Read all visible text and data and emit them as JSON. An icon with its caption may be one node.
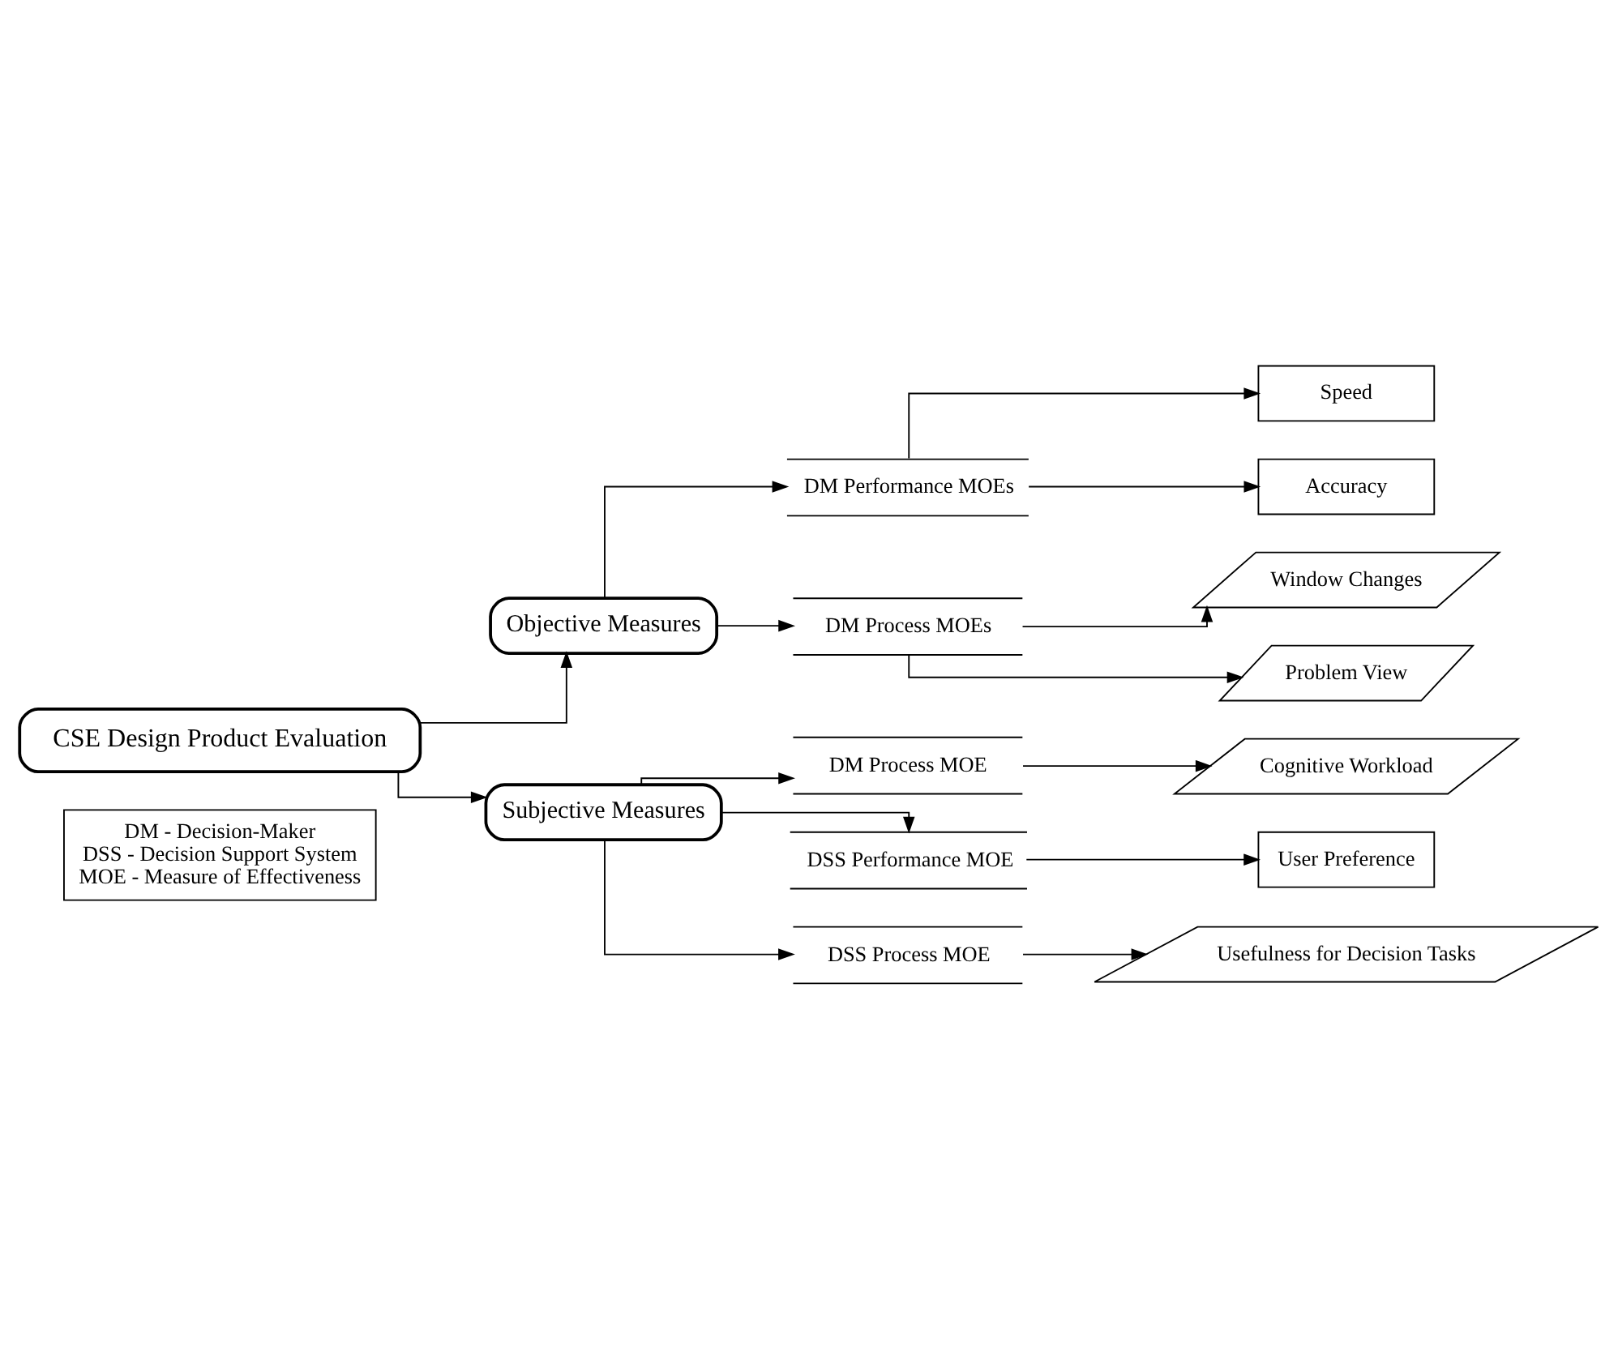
{
  "diagram": {
    "nodes": [
      {
        "text": [
          "DM - Decision-Maker",
          "DSS - Decision Support System",
          "MOE - Measure of Effectiveness"
        ]
      },
      {
        "text": [
          "CSE Design Product Evaluation"
        ]
      },
      {
        "text": [
          "Objective Measures"
        ]
      },
      {
        "text": [
          "Subjective Measures"
        ]
      },
      {
        "text": [
          "DM Performance MOEs"
        ]
      },
      {
        "text": [
          "DM Process MOEs"
        ]
      },
      {
        "text": [
          "DM Process MOE"
        ]
      },
      {
        "text": [
          "DSS Performance MOE"
        ]
      },
      {
        "text": [
          "DSS Process MOE"
        ]
      },
      {
        "text": [
          "Speed"
        ]
      },
      {
        "text": [
          "Accuracy"
        ]
      },
      {
        "text": [
          "Window Changes"
        ]
      },
      {
        "text": [
          "Problem View"
        ]
      },
      {
        "text": [
          "Cognitive Workload"
        ]
      },
      {
        "text": [
          "User Preference"
        ]
      },
      {
        "text": [
          "Usefulness for Decision Tasks"
        ]
      }
    ],
    "edges": [
      {
        "from": 1,
        "to": 2,
        "arrow": "to"
      },
      {
        "from": 1,
        "to": 3,
        "arrow": "to"
      },
      {
        "from": 2,
        "to": 4,
        "arrow": "to"
      },
      {
        "from": 2,
        "to": 5,
        "arrow": "to"
      },
      {
        "from": 3,
        "to": 6,
        "arrow": "to"
      },
      {
        "from": 3,
        "to": 7,
        "arrow": "to"
      },
      {
        "from": 3,
        "to": 8,
        "arrow": "to"
      },
      {
        "from": 4,
        "to": 9,
        "arrow": "to"
      },
      {
        "from": 4,
        "to": 10,
        "arrow": "to"
      },
      {
        "from": 5,
        "to": 11,
        "arrow": "to"
      },
      {
        "from": 5,
        "to": 12,
        "arrow": "to"
      },
      {
        "from": 6,
        "to": 13,
        "arrow": "to"
      },
      {
        "from": 7,
        "to": 14,
        "arrow": "to"
      },
      {
        "from": 8,
        "to": 15,
        "arrow": "to"
      }
    ]
  }
}
